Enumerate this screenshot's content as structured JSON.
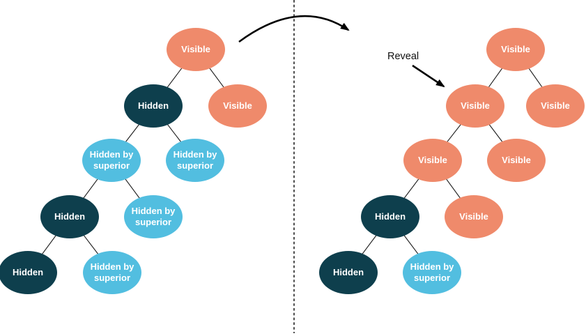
{
  "colors": {
    "visible": "#EF8A6B",
    "hidden": "#0E3F4D",
    "hidden_by_superior": "#52BEE0",
    "edge": "#1c1c1c",
    "arrow": "#000000",
    "node_text": "#ffffff"
  },
  "annotation": {
    "reveal_label": "Reveal"
  },
  "left_tree": {
    "side": "before",
    "nodes": [
      {
        "label": "Visible",
        "state": "visible"
      },
      {
        "label": "Hidden",
        "state": "hidden"
      },
      {
        "label": "Visible",
        "state": "visible"
      },
      {
        "label": "Hidden by superior",
        "state": "hidden-by-superior"
      },
      {
        "label": "Hidden by superior",
        "state": "hidden-by-superior"
      },
      {
        "label": "Hidden",
        "state": "hidden"
      },
      {
        "label": "Hidden by superior",
        "state": "hidden-by-superior"
      },
      {
        "label": "Hidden",
        "state": "hidden"
      },
      {
        "label": "Hidden by superior",
        "state": "hidden-by-superior"
      }
    ],
    "edges": [
      [
        0,
        1
      ],
      [
        0,
        2
      ],
      [
        1,
        3
      ],
      [
        1,
        4
      ],
      [
        3,
        5
      ],
      [
        3,
        6
      ],
      [
        5,
        7
      ],
      [
        5,
        8
      ]
    ]
  },
  "right_tree": {
    "side": "after",
    "nodes": [
      {
        "label": "Visible",
        "state": "visible"
      },
      {
        "label": "Visible",
        "state": "visible"
      },
      {
        "label": "Visible",
        "state": "visible"
      },
      {
        "label": "Visible",
        "state": "visible"
      },
      {
        "label": "Visible",
        "state": "visible"
      },
      {
        "label": "Hidden",
        "state": "hidden"
      },
      {
        "label": "Visible",
        "state": "visible"
      },
      {
        "label": "Hidden",
        "state": "hidden"
      },
      {
        "label": "Hidden by superior",
        "state": "hidden-by-superior"
      }
    ],
    "edges": [
      [
        0,
        1
      ],
      [
        0,
        2
      ],
      [
        1,
        3
      ],
      [
        1,
        4
      ],
      [
        3,
        5
      ],
      [
        3,
        6
      ],
      [
        5,
        7
      ],
      [
        5,
        8
      ]
    ]
  }
}
